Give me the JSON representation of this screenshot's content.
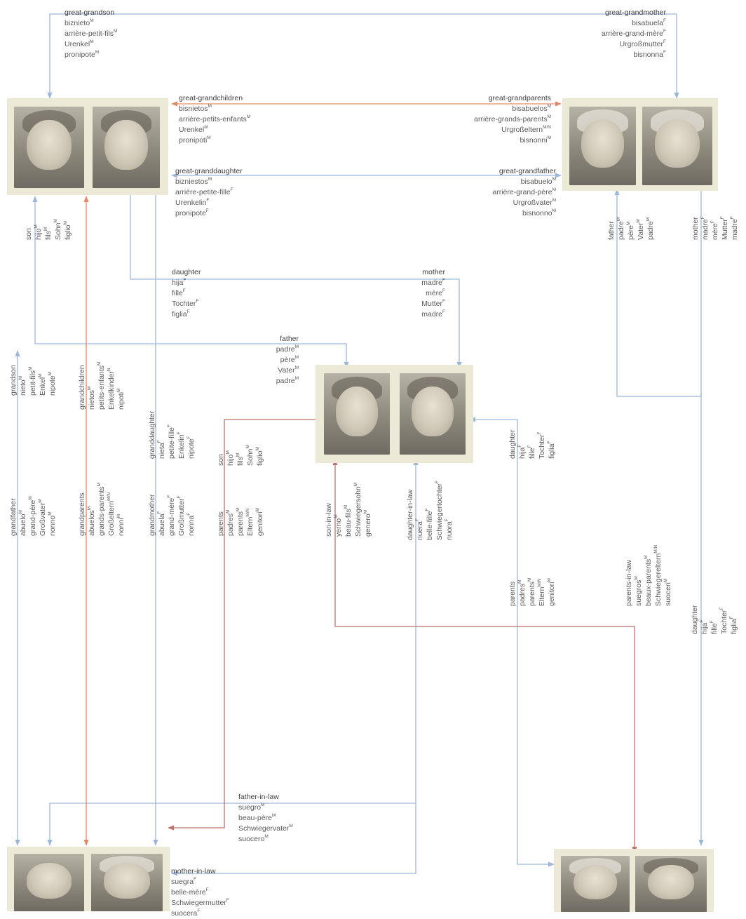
{
  "colors": {
    "blue": "#9db7d9",
    "orange": "#e08a68",
    "red": "#c0726a",
    "frame": "#ede9d7"
  },
  "photos": {
    "children": [
      "boy",
      "girl"
    ],
    "great_grandparents": [
      "old-man",
      "old-woman"
    ],
    "parents": [
      "man",
      "woman"
    ],
    "paternal_grandparents": [
      "bald-man",
      "woman-light-hair"
    ],
    "maternal_grandparents": [
      "grey-man",
      "woman-curly-hair"
    ]
  },
  "labels": {
    "great_grandson": [
      "great-grandson",
      "biznieto^M",
      "arrière-petit-fils^M",
      "Urenkel^M",
      "pronipote^M"
    ],
    "great_grandmother": [
      "great-grandmother",
      "bisabuela^F",
      "arrière-grand-mère^F",
      "Urgroßmutter^F",
      "bisnonna^F"
    ],
    "great_grandchildren": [
      "great-grandchildren",
      "bisnietos^M",
      "arrière-petits-enfants^M",
      "Urenkel^M",
      "pronipoti^M"
    ],
    "great_grandparents": [
      "great-grandparents",
      "bisabuelos^M",
      "arrière-grands-parents^M",
      "Urgroßeltern^M/N",
      "bisnonni^M"
    ],
    "great_granddaughter": [
      "great-granddaughter",
      "bizniestos^M",
      "arrière-petite-fille^F",
      "Urenkelin^F",
      "pronipote^F"
    ],
    "great_grandfather": [
      "great-grandfather",
      "bisabuelo^M",
      "arrière-grand-père^M",
      "Urgroßvater^M",
      "bisnonno^M"
    ],
    "son_top": [
      "son",
      "hijo^M",
      "fils^M",
      "Sohn^M",
      "figlio^M"
    ],
    "father_gg": [
      "father",
      "padre^M",
      "père^M",
      "Vater^M",
      "padre^M"
    ],
    "mother_gg": [
      "mother",
      "madre^F",
      "mère^F",
      "Mutter^F",
      "madre^F"
    ],
    "daughter_mid": [
      "daughter",
      "hija^F",
      "fille^F",
      "Tochter^F",
      "figlia^F"
    ],
    "mother_mid": [
      "mother",
      "madre^F",
      "mère^F",
      "Mutter^F",
      "madre^F"
    ],
    "father_mid": [
      "father",
      "padre^M",
      "père^M",
      "Vater^M",
      "padre^M"
    ],
    "grandson": [
      "grandson",
      "nieto^M",
      "petit-fils^M",
      "Enkel^M",
      "nipote^M"
    ],
    "grandchildren": [
      "grandchildren",
      "nietos^M",
      "petits-enfants^M",
      "Enkelkinder^N",
      "nipoti^M"
    ],
    "granddaughter": [
      "granddaughter",
      "nieta^F",
      "petite-fille^F",
      "Enkelin^F",
      "nipote^F"
    ],
    "son_mid": [
      "son",
      "hijo^M",
      "fils^M",
      "Sohn^M",
      "figlio^M"
    ],
    "daughter_right": [
      "daughter",
      "hija^F",
      "fille^F",
      "Tochter^F",
      "figlia^F"
    ],
    "son_in_law": [
      "son-in-law",
      "yerno^M",
      "beau-fils^M",
      "Schwiegersohn^M",
      "genero^M"
    ],
    "daughter_in_law": [
      "daughter-in-law",
      "nuera^F",
      "belle-fille^F",
      "Schwiegertochter^F",
      "nuora^F"
    ],
    "grandfather": [
      "grandfather",
      "abuelo^M",
      "grand-père^M",
      "Großvater^M",
      "nonno^M"
    ],
    "grandparents": [
      "grandparents",
      "abuelos^M",
      "grands-parents^M",
      "Großeltern^M/N",
      "nonni^M"
    ],
    "grandmother": [
      "grandmother",
      "abuela^F",
      "grand-mère^F",
      "Großmutter^F",
      "nonna^F"
    ],
    "parents_left": [
      "parents",
      "padres^M",
      "parents^M",
      "Eltern^M/N",
      "genitori^M"
    ],
    "father_in_law": [
      "father-in-law",
      "suegro^M",
      "beau-père^M",
      "Schwiegervater^M",
      "suocero^M"
    ],
    "mother_in_law": [
      "mother-in-law",
      "suegra^F",
      "belle-mère^F",
      "Schwiegermutter^F",
      "suocera^F"
    ],
    "parents_right": [
      "parents",
      "padres^M",
      "parents^M",
      "Eltern^M/N",
      "genitori^M"
    ],
    "parents_in_law": [
      "parents-in-law",
      "suegros^M",
      "beaux-parents^M",
      "Schwiegereltern^M/N",
      "suoceri^M"
    ],
    "daughter_bottom": [
      "daughter",
      "hija^F",
      "fille^F",
      "Tochter^F",
      "figlia^F"
    ]
  }
}
